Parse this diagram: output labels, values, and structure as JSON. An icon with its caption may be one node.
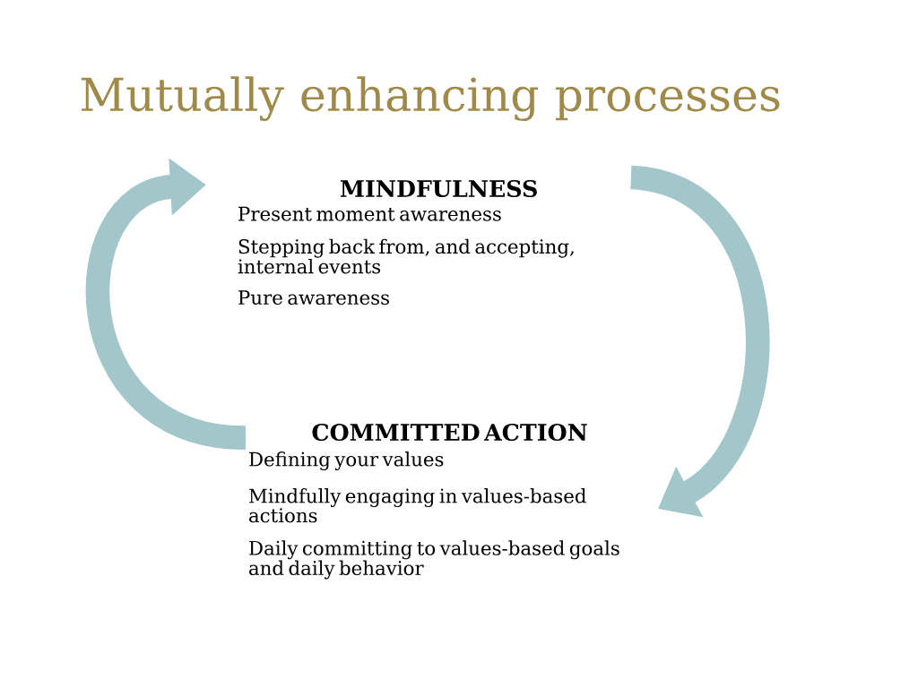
{
  "diagram": {
    "title": "Mutually enhancing processes",
    "nodes": [
      {
        "text": [
          "MINDFULNESS",
          "Present moment awareness",
          "Stepping back from, and accepting, internal events",
          "Pure awareness"
        ]
      },
      {
        "text": [
          "COMMITTED ACTION",
          "Defining your values",
          "Mindfully engaging in values-based actions",
          "Daily committing to values-based goals and daily behavior"
        ]
      }
    ],
    "edges": [
      {
        "from": 0,
        "to": 1,
        "arrow": "to"
      },
      {
        "from": 1,
        "to": 0,
        "arrow": "to"
      }
    ]
  }
}
